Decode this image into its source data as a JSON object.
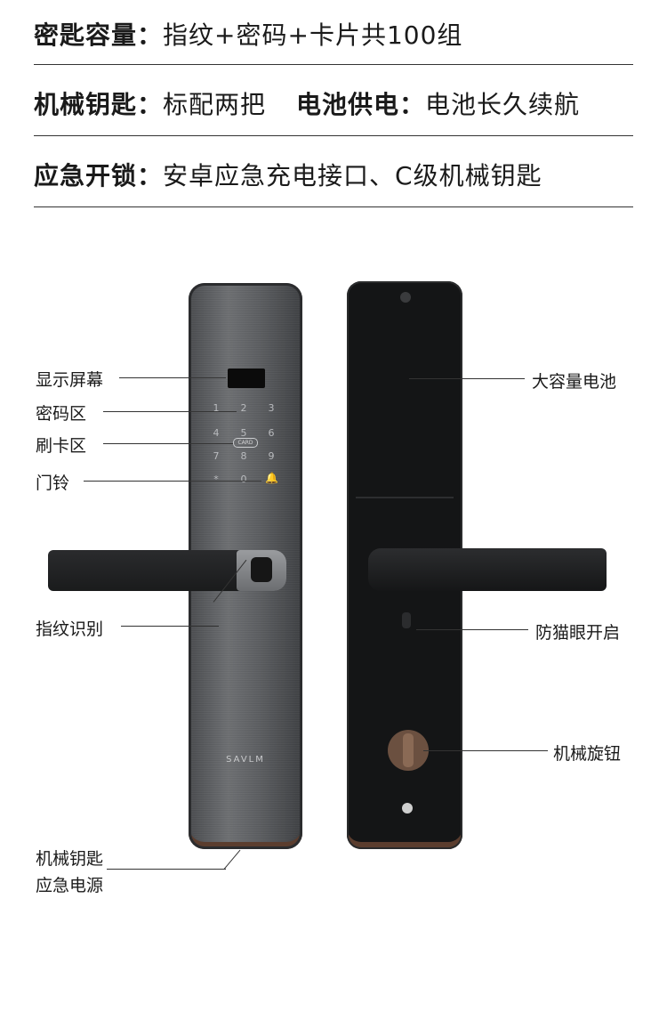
{
  "specs": {
    "row1": {
      "key": "密匙容量：",
      "value": "指纹+密码+卡片共100组"
    },
    "row2": {
      "key": "机械钥匙：",
      "value": "标配两把",
      "key2": "电池供电：",
      "value2": "电池长久续航"
    },
    "row3": {
      "key": "应急开锁：",
      "value": "安卓应急充电接口、C级机械钥匙"
    }
  },
  "keypad": [
    "1",
    "2",
    "3",
    "4",
    "5",
    "6",
    "7",
    "8",
    "9",
    "*",
    "0"
  ],
  "card_mark": "CARD",
  "brand": "SAVLM",
  "labels": {
    "display_screen": "显示屏幕",
    "keypad_area": "密码区",
    "card_area": "刷卡区",
    "doorbell": "门铃",
    "fingerprint": "指纹识别",
    "emergency_line1": "机械钥匙",
    "emergency_line2": "应急电源",
    "battery": "大容量电池",
    "peephole": "防猫眼开启",
    "knob": "机械旋钮"
  },
  "icons": {
    "doorbell": "bell-icon"
  },
  "colors": {
    "accent_bronze": "#5b3d2e",
    "panel_gray": "#5a5c5f",
    "panel_black": "#141516"
  }
}
